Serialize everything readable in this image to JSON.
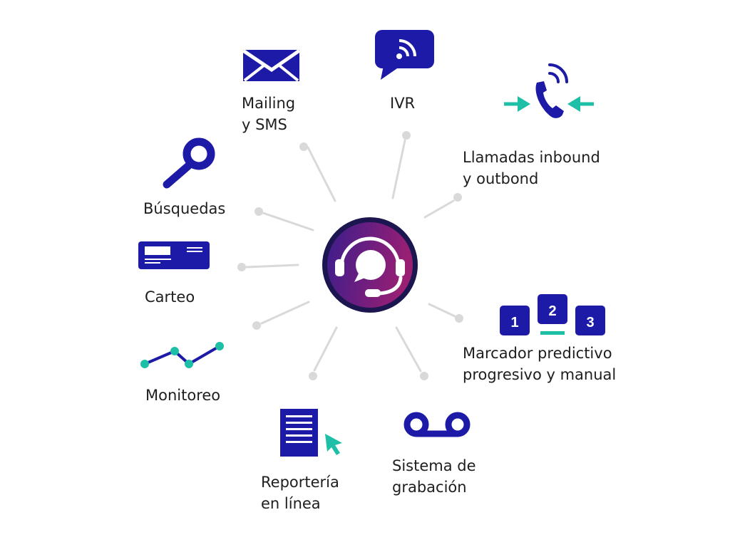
{
  "colors": {
    "primary": "#1c1aa6",
    "accent": "#1dbfa6",
    "connector": "#d9d9d9",
    "hub_gradient_start": "#3b1d8c",
    "hub_gradient_end": "#9a1f73",
    "hub_ring": "#1c1650"
  },
  "hub": {
    "icon": "headset-chat-icon"
  },
  "features": {
    "mailing": {
      "icon": "envelope-icon",
      "line1": "Mailing",
      "line2": "y SMS"
    },
    "ivr": {
      "icon": "speech-bubble-signal-icon",
      "line1": "IVR"
    },
    "calls": {
      "icon": "phone-arrows-icon",
      "line1": "Llamadas inbound",
      "line2": "y outbond"
    },
    "search": {
      "icon": "magnifier-icon",
      "line1": "Búsquedas"
    },
    "carteo": {
      "icon": "letter-card-icon",
      "line1": "Carteo"
    },
    "dialer": {
      "icon": "numbered-steps-icon",
      "line1": "Marcador predictivo",
      "line2": "progresivo y manual",
      "steps": [
        "1",
        "2",
        "3"
      ]
    },
    "monitoring": {
      "icon": "line-graph-icon",
      "line1": "Monitoreo"
    },
    "reports": {
      "icon": "document-cursor-icon",
      "line1": "Reportería",
      "line2": "en línea"
    },
    "recording": {
      "icon": "voicemail-tape-icon",
      "line1": "Sistema de",
      "line2": "grabación"
    }
  }
}
